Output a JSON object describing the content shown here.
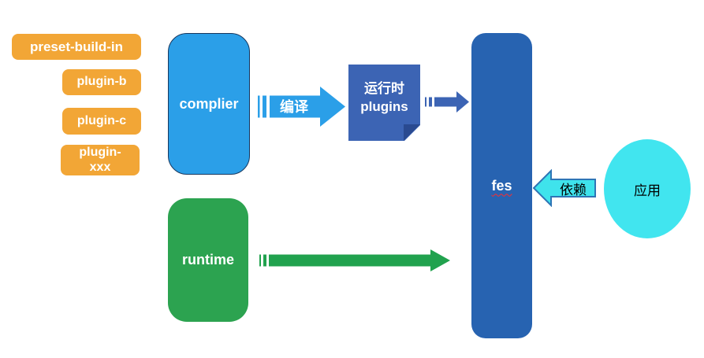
{
  "diagram": {
    "title_implicit": "fes build/runtime plugin architecture",
    "plugin_chips": [
      {
        "label": "preset-build-in"
      },
      {
        "label": "plugin-b"
      },
      {
        "label": "plugin-c"
      },
      {
        "label": "plugin-\nxxx"
      }
    ],
    "complier": {
      "label": "complier"
    },
    "runtime": {
      "label": "runtime"
    },
    "runtime_plugins_note": {
      "label": "运行时\nplugins"
    },
    "fes": {
      "label": "fes"
    },
    "app": {
      "label": "应用"
    },
    "arrows": {
      "compile": {
        "label": "编译",
        "direction": "right"
      },
      "plugins_to_fes": {
        "label": "",
        "direction": "right"
      },
      "runtime_to_fes": {
        "label": "",
        "direction": "right"
      },
      "depends": {
        "label": "依赖",
        "direction": "left"
      }
    },
    "colors": {
      "chip_orange": "#F2A636",
      "bright_blue": "#2B9FE8",
      "mid_blue": "#3C64B4",
      "fold_blue": "#2A4A90",
      "fes_blue": "#2763B1",
      "green": "#2CA350",
      "green_arrow": "#21A24E",
      "cyan": "#41E5EF",
      "depends_border": "#2E75B6",
      "spellcheck_red": "#FF2A2A"
    }
  }
}
